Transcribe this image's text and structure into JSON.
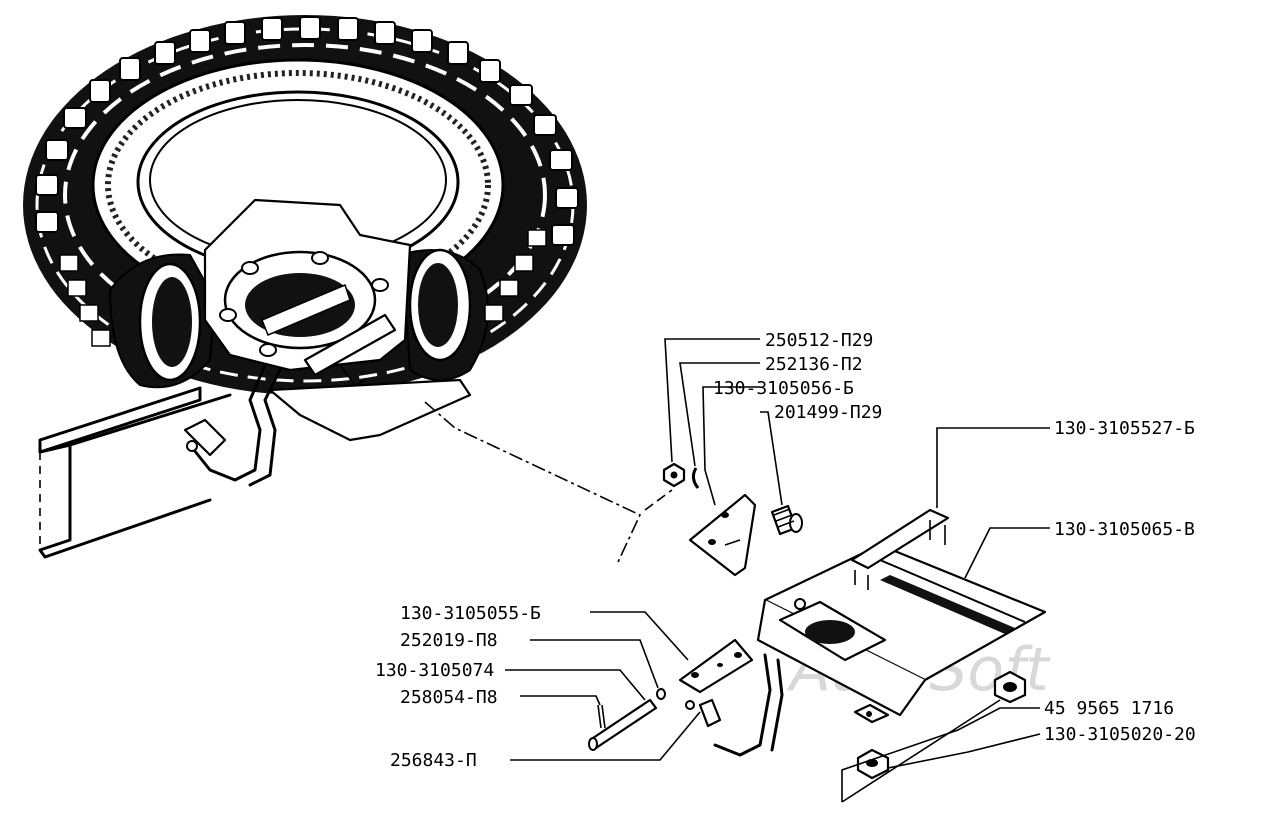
{
  "watermark": "AutoSoft",
  "labels": {
    "p250512": "250512-П29",
    "p252136": "252136-П2",
    "p3105056": "130-3105056-Б",
    "p201499": "201499-П29",
    "p3105527": "130-3105527-Б",
    "p3105065": "130-3105065-В",
    "p3105055": "130-3105055-Б",
    "p252019": "252019-П8",
    "p3105074": "130-3105074",
    "p258054": "258054-П8",
    "p256843": "256843-П",
    "p459565": "45 9565 1716",
    "p3105020": "130-3105020-20"
  }
}
